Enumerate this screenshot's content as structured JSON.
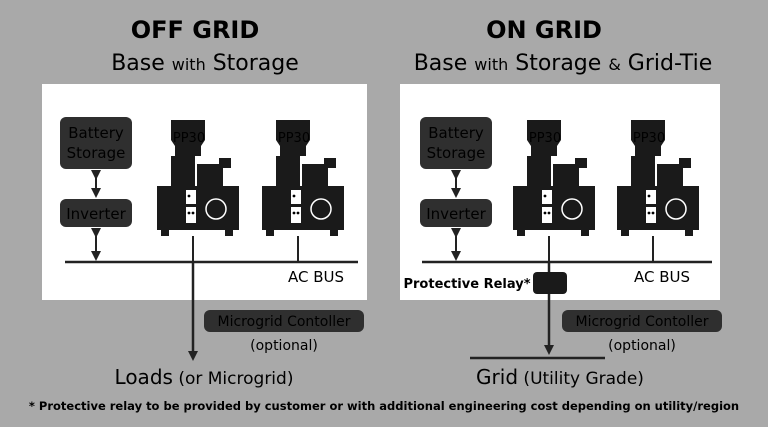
{
  "colors": {
    "background": "#a9a9a9",
    "panel": "#ffffff",
    "block": "#2f2f2f",
    "block_text": "#ffffff",
    "line": "#222222"
  },
  "left": {
    "title": "OFF GRID",
    "subtitle_a": "Base ",
    "subtitle_b": "with",
    "subtitle_c": " Storage",
    "battery_l1": "Battery",
    "battery_l2": "Storage",
    "inverter": "Inverter",
    "unit1": "PP30",
    "unit2": "PP30",
    "bus": "AC BUS",
    "controller": "Microgrid Contoller",
    "optional": "(optional)",
    "output_a": "Loads",
    "output_b": " (or Microgrid)"
  },
  "right": {
    "title": "ON GRID",
    "subtitle_a": "Base ",
    "subtitle_b": "with",
    "subtitle_c": " Storage ",
    "subtitle_d": "&",
    "subtitle_e": " Grid-Tie",
    "battery_l1": "Battery",
    "battery_l2": "Storage",
    "inverter": "Inverter",
    "unit1": "PP30",
    "unit2": "PP30",
    "bus": "AC BUS",
    "relay": "Protective Relay*",
    "controller": "Microgrid Contoller",
    "optional": "(optional)",
    "output_a": "Grid",
    "output_b": " (Utility Grade)"
  },
  "footnote": "* Protective relay to be provided by customer or with additional engineering cost depending on utility/region"
}
